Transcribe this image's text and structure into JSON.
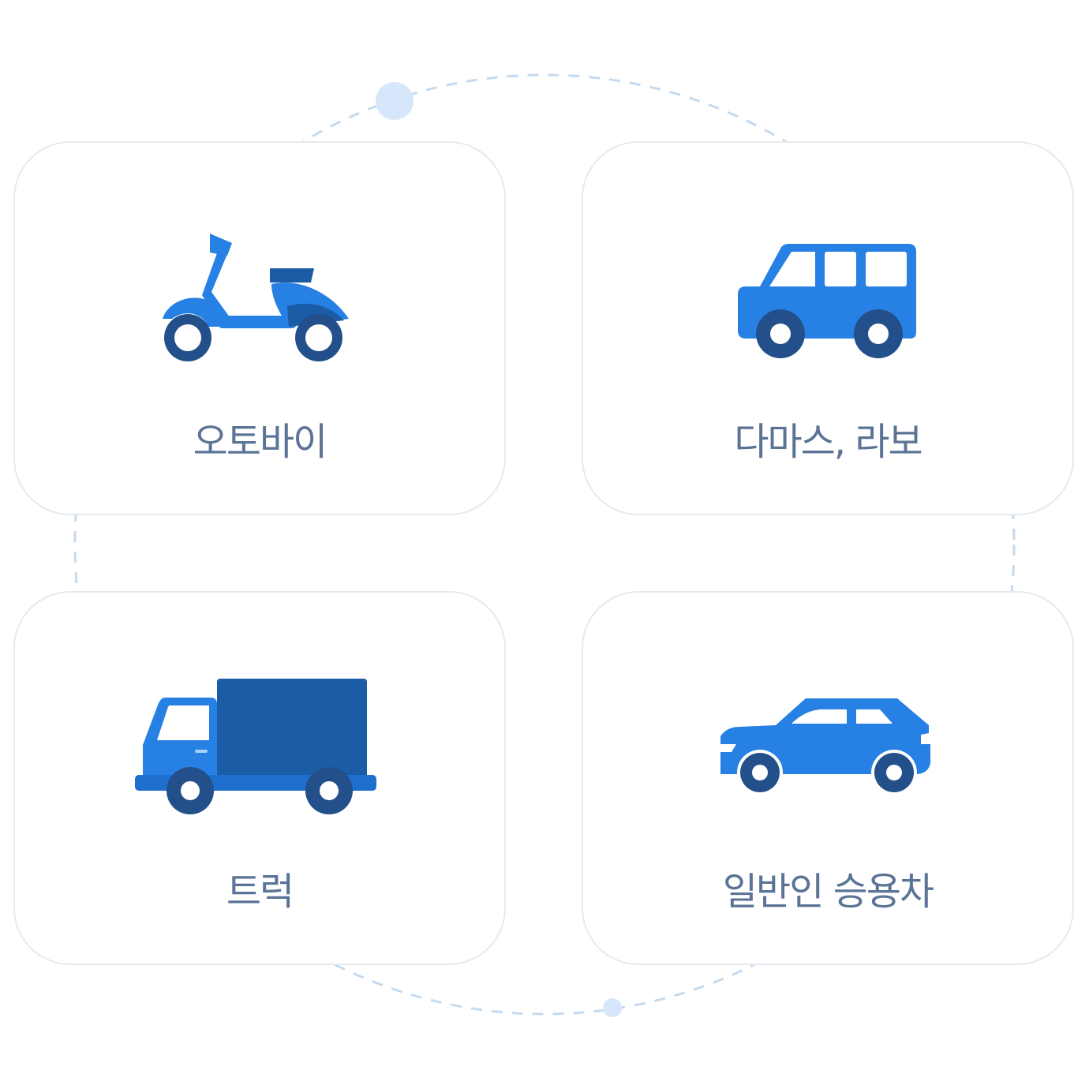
{
  "colors": {
    "vehicle_primary": "#2780e3",
    "vehicle_dark": "#1a5ca6",
    "wheel": "#23508a",
    "label": "#5b7396",
    "card_border": "#e6e9ef",
    "ring_dash": "#c6daee",
    "ring_dot": "#d6e7fb"
  },
  "cards": [
    {
      "label": "오토바이",
      "icon": "scooter-icon"
    },
    {
      "label": "다마스, 라보",
      "icon": "van-icon"
    },
    {
      "label": "트럭",
      "icon": "truck-icon"
    },
    {
      "label": "일반인 승용차",
      "icon": "car-icon"
    }
  ]
}
